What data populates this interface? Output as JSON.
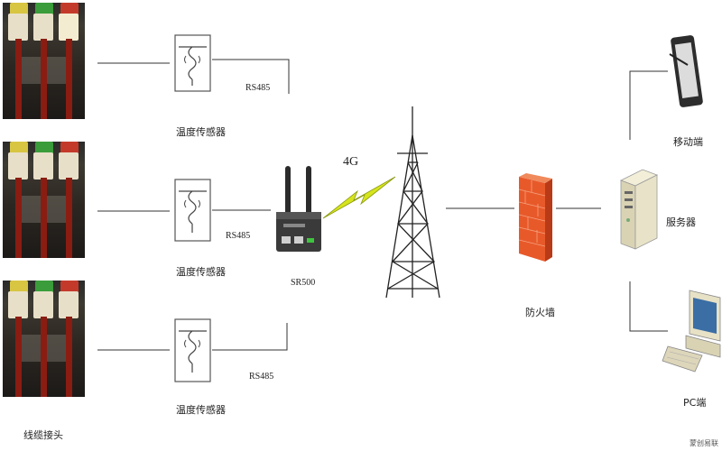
{
  "labels": {
    "temp_sensor_1": "温度传感器",
    "temp_sensor_2": "温度传感器",
    "temp_sensor_3": "温度传感器",
    "rs485_1": "RS485",
    "rs485_2": "RS485",
    "rs485_3": "RS485",
    "router": "SR500",
    "wireless": "4G",
    "firewall": "防火墙",
    "mobile": "移动端",
    "server": "服务器",
    "pc": "PC端",
    "cable_joint": "线缆接头",
    "watermark": "蒙创易联"
  },
  "colors": {
    "bolt": "#d6e41c",
    "firewall": "#e8592a",
    "cable": "#8a1c12",
    "line": "#333333"
  }
}
